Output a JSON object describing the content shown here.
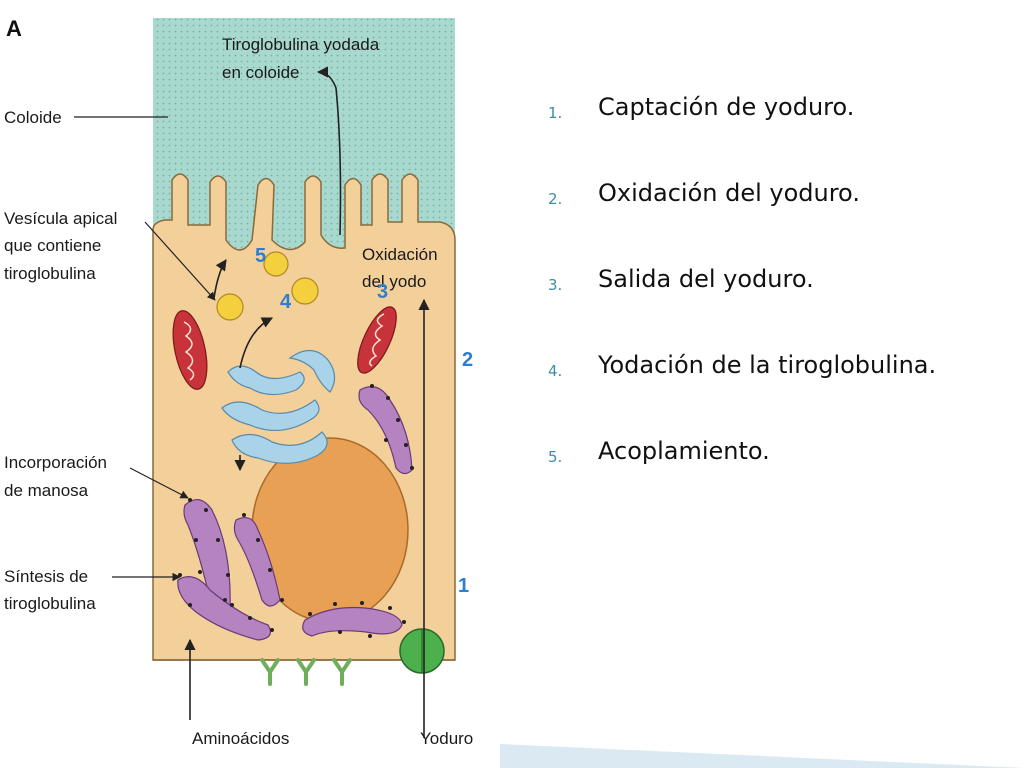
{
  "figure": {
    "panel_letter": "A",
    "labels": {
      "tiroglobulina_line1": "Tiroglobulina yodada",
      "tiroglobulina_line2": "en coloide",
      "coloide": "Coloide",
      "vesicula_line1": "Vesícula apical",
      "vesicula_line2": "que contiene",
      "vesicula_line3": "tiroglobulina",
      "oxidacion_line1": "Oxidación",
      "oxidacion_line2": "del yodo",
      "incorporacion_line1": "Incorporación",
      "incorporacion_line2": "de manosa",
      "sintesis_line1": "Síntesis de",
      "sintesis_line2": "tiroglobulina",
      "aminoacidos": "Aminoácidos",
      "yoduro": "Yoduro"
    },
    "step_numbers": {
      "n1": "1",
      "n2": "2",
      "n3": "3",
      "n4": "4",
      "n5": "5"
    },
    "colors": {
      "colloid": "#a9d8cf",
      "cell": "#f3cf9a",
      "nucleus": "#e8a055",
      "golgi": "#a9d3e8",
      "er": "#b583c0",
      "mitochondria": "#c8323a",
      "vesicle": "#f4d03f",
      "pump": "#4cb04c",
      "receptor": "#6fae5a",
      "step_number": "#2a7fd0"
    }
  },
  "steps": [
    {
      "marker": "1.",
      "text": "Captación de yoduro."
    },
    {
      "marker": "2.",
      "text": "Oxidación del yoduro."
    },
    {
      "marker": "3.",
      "text": "Salida del yoduro."
    },
    {
      "marker": "4.",
      "text": "Yodación de la tiroglobulina."
    },
    {
      "marker": "5.",
      "text": "Acoplamiento."
    }
  ]
}
